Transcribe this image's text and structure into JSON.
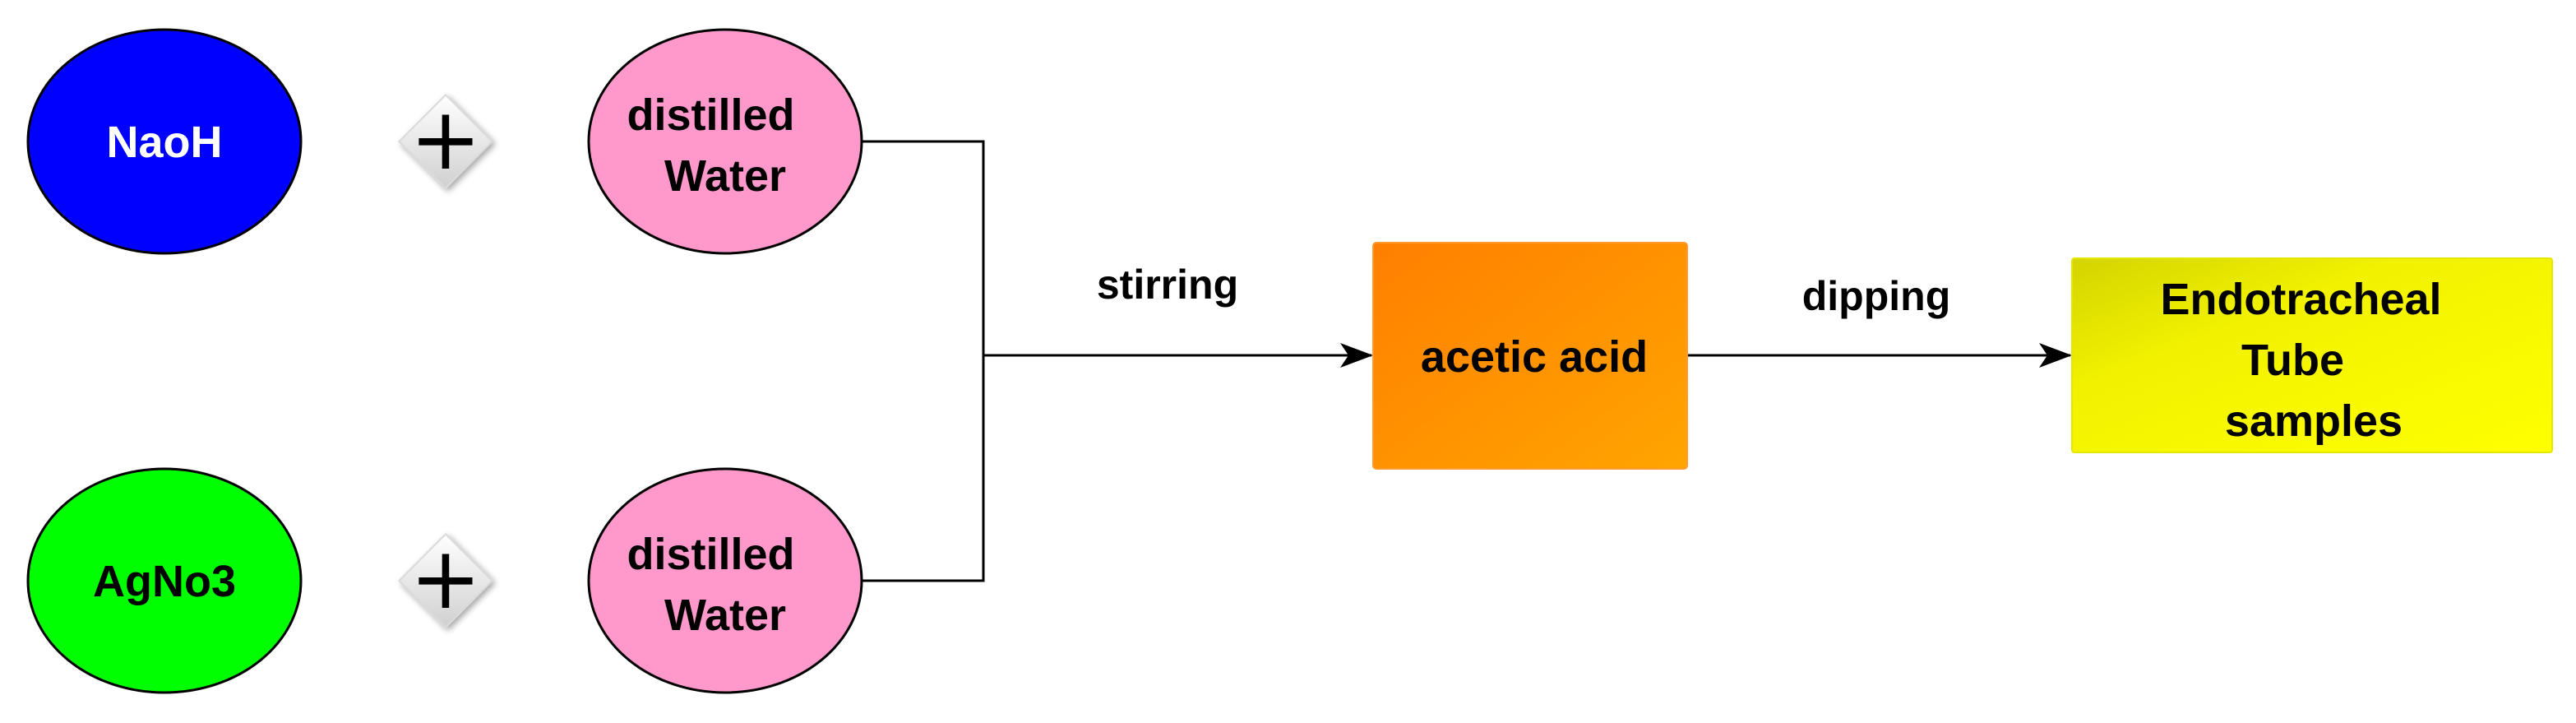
{
  "diagram": {
    "nodes": {
      "naoh": {
        "label": "NaoH",
        "fill": "#0000FF",
        "text_color": "#FFFFFF"
      },
      "agno3": {
        "label": "AgNo3",
        "fill": "#00FF00",
        "text_color": "#000000"
      },
      "water_top": {
        "label_line1": "distilled",
        "label_line2": "Water",
        "fill": "#FF99CC",
        "text_color": "#000000"
      },
      "water_bottom": {
        "label_line1": "distilled",
        "label_line2": "Water",
        "fill": "#FF99CC",
        "text_color": "#000000"
      },
      "acetic_acid": {
        "label": "acetic acid",
        "fill_start": "#FF7F00",
        "fill_end": "#FFA500",
        "text_color": "#000000"
      },
      "endotracheal": {
        "label_line1": "Endotracheal",
        "label_line2": "Tube",
        "label_line3": "samples",
        "fill_start": "#D4D400",
        "fill_end": "#FFFF00",
        "text_color": "#000000"
      }
    },
    "operators": {
      "plus_top": {
        "symbol": "+"
      },
      "plus_bottom": {
        "symbol": "+"
      }
    },
    "edges": {
      "stirring": {
        "label": "stirring"
      },
      "dipping": {
        "label": "dipping"
      }
    }
  }
}
